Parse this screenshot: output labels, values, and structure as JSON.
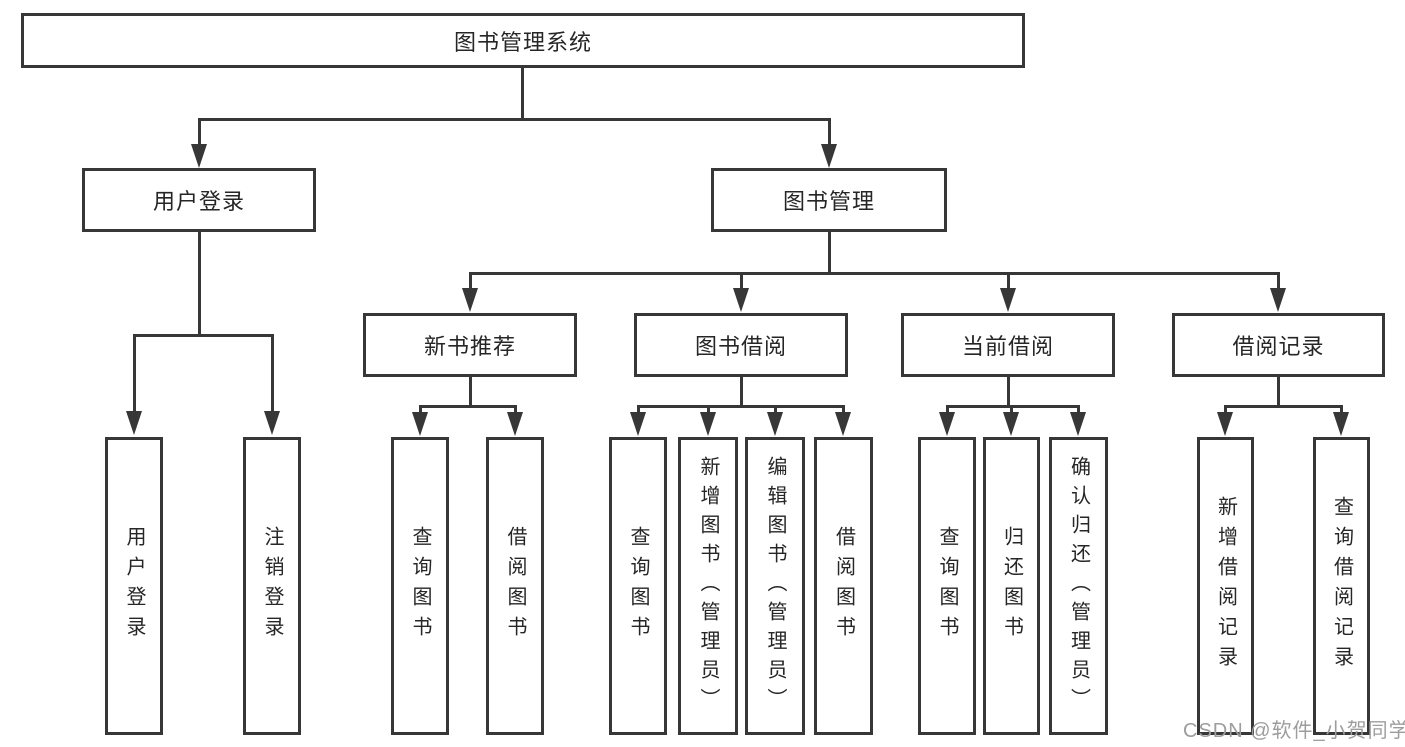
{
  "colors": {
    "line": "#373737",
    "box_border": "#373737",
    "text": "#262626",
    "watermark": "#9d9d9d",
    "background": "#ffffff"
  },
  "tree": {
    "label": "图书管理系统",
    "children": [
      {
        "label": "用户登录",
        "children": [
          {
            "label": "用户登录"
          },
          {
            "label": "注销登录"
          }
        ]
      },
      {
        "label": "图书管理",
        "children": [
          {
            "label": "新书推荐",
            "children": [
              {
                "label": "查询图书"
              },
              {
                "label": "借阅图书"
              }
            ]
          },
          {
            "label": "图书借阅",
            "children": [
              {
                "label": "查询图书"
              },
              {
                "label": "新增图书（管理员）"
              },
              {
                "label": "编辑图书（管理员）"
              },
              {
                "label": "借阅图书"
              }
            ]
          },
          {
            "label": "当前借阅",
            "children": [
              {
                "label": "查询图书"
              },
              {
                "label": "归还图书"
              },
              {
                "label": "确认归还（管理员）"
              }
            ]
          },
          {
            "label": "借阅记录",
            "children": [
              {
                "label": "新增借阅记录"
              },
              {
                "label": "查询借阅记录"
              }
            ]
          }
        ]
      }
    ]
  },
  "watermark": {
    "text": "CSDN @软件_小贺同学"
  }
}
